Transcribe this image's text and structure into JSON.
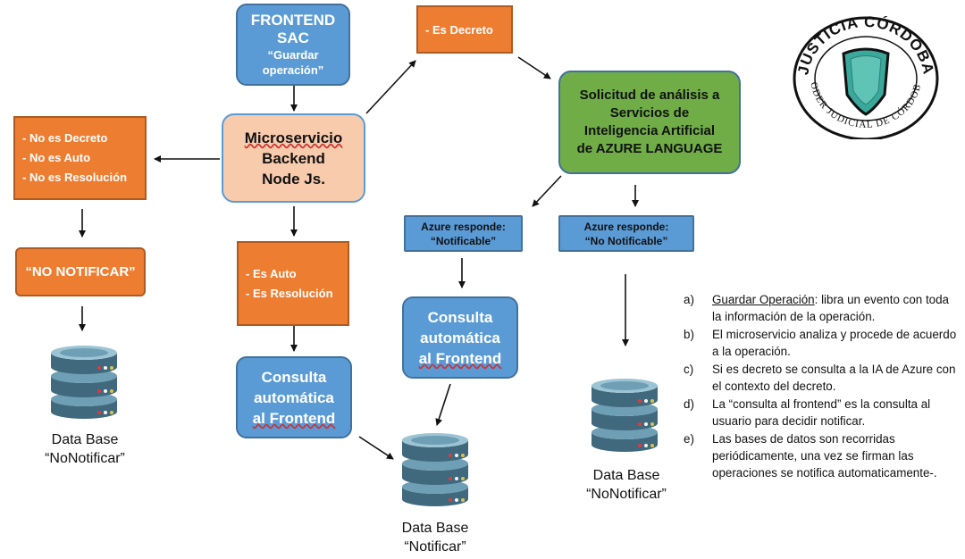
{
  "frontend": {
    "line1": "FRONTEND",
    "line2": "SAC",
    "line3": "“Guardar",
    "line4": "operación”"
  },
  "backend": {
    "line1": "Microservicio",
    "line2": "Backend",
    "line3": "Node Js."
  },
  "es_decreto": {
    "text": "- Es Decreto"
  },
  "no_es": {
    "l1": "- No es Decreto",
    "l2": "- No es Auto",
    "l3": "- No es Resolución"
  },
  "no_notificar": {
    "text": "“NO NOTIFICAR”"
  },
  "es_auto": {
    "l1": "- Es Auto",
    "l2": "- Es Resolución"
  },
  "consulta_left": {
    "l1": "Consulta",
    "l2": "automática",
    "l3": "al Frontend"
  },
  "consulta_mid": {
    "l1": "Consulta",
    "l2": "automática",
    "l3": "al Frontend"
  },
  "azure_request": {
    "l1": "Solicitud de análisis a",
    "l2": "Servicios de",
    "l3": "Inteligencia Artificial",
    "l4": "de AZURE LANGUAGE"
  },
  "azure_notif": {
    "l1": "Azure responde:",
    "l2": "“Notificable”"
  },
  "azure_nonotif": {
    "l1": "Azure responde:",
    "l2": "“No Notificable”"
  },
  "db_left": {
    "l1": "Data Base",
    "l2": "“NoNotificar”"
  },
  "db_center": {
    "l1": "Data Base",
    "l2": "“Notificar”"
  },
  "db_right": {
    "l1": "Data Base",
    "l2": "“NoNotificar”"
  },
  "notes": [
    {
      "key": "a)",
      "lead": "Guardar Operación",
      "rest": ": libra un evento con toda la información de la operación."
    },
    {
      "key": "b)",
      "text": "El microservicio analiza y procede de acuerdo a la operación."
    },
    {
      "key": "c)",
      "text": "Si es decreto se consulta a la IA de Azure con el contexto del decreto."
    },
    {
      "key": "d)",
      "text": "La “consulta al frontend” es la consulta al usuario para decidir notificar."
    },
    {
      "key": "e)",
      "text": "Las bases de datos son recorridas periódicamente, una vez se firman las operaciones se notifica automaticamente-."
    }
  ],
  "logo": {
    "top_text": "JUSTICIA CÓRDOBA",
    "bottom_text": "PODER JUDICIAL DE CÓRDOBA"
  },
  "colors": {
    "blue": "#5b9bd5",
    "orange": "#ed7d31",
    "peach": "#f8cbad",
    "green": "#70ad47",
    "db": "#6f9fb4",
    "db_dark": "#40697e"
  }
}
